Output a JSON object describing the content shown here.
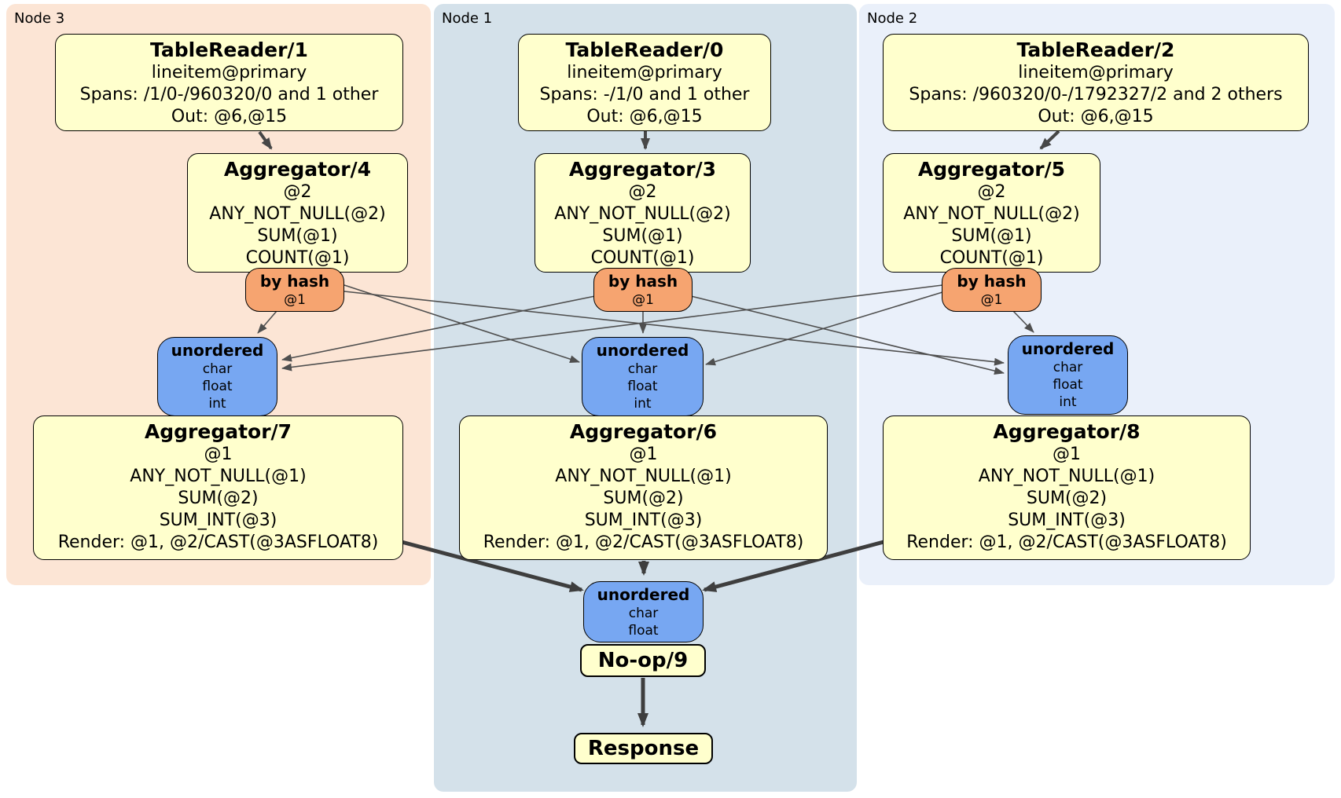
{
  "title": "DistSQL plan diagram",
  "colors": {
    "bg-canvas": "#ffffff",
    "bg-node3": "#fce5d5",
    "bg-node1": "#d4e1ea",
    "bg-node2": "#eaf0fa",
    "box-fill": "#ffffcd",
    "router-fill": "#f6a470",
    "sync-fill": "#77a7f2",
    "border": "#000000",
    "edge-thin": "#4f4f4f",
    "edge-mid": "#474747",
    "edge-thick": "#3e3e3e"
  },
  "clusters": {
    "node3": {
      "label": "Node 3"
    },
    "node1": {
      "label": "Node 1"
    },
    "node2": {
      "label": "Node 2"
    }
  },
  "processors": {
    "tr1": {
      "title": "TableReader/1",
      "lines": [
        "lineitem@primary",
        "Spans: /1/0-/960320/0 and 1 other",
        "Out: @6,@15"
      ]
    },
    "tr0": {
      "title": "TableReader/0",
      "lines": [
        "lineitem@primary",
        "Spans: -/1/0 and 1 other",
        "Out: @6,@15"
      ]
    },
    "tr2": {
      "title": "TableReader/2",
      "lines": [
        "lineitem@primary",
        "Spans: /960320/0-/1792327/2 and 2 others",
        "Out: @6,@15"
      ]
    },
    "agg4": {
      "title": "Aggregator/4",
      "lines": [
        "@2",
        "ANY_NOT_NULL(@2)",
        "SUM(@1)",
        "COUNT(@1)"
      ]
    },
    "agg3": {
      "title": "Aggregator/3",
      "lines": [
        "@2",
        "ANY_NOT_NULL(@2)",
        "SUM(@1)",
        "COUNT(@1)"
      ]
    },
    "agg5": {
      "title": "Aggregator/5",
      "lines": [
        "@2",
        "ANY_NOT_NULL(@2)",
        "SUM(@1)",
        "COUNT(@1)"
      ]
    },
    "agg7": {
      "title": "Aggregator/7",
      "lines": [
        "@1",
        "ANY_NOT_NULL(@1)",
        "SUM(@2)",
        "SUM_INT(@3)",
        "Render: @1, @2/CAST(@3ASFLOAT8)"
      ]
    },
    "agg6": {
      "title": "Aggregator/6",
      "lines": [
        "@1",
        "ANY_NOT_NULL(@1)",
        "SUM(@2)",
        "SUM_INT(@3)",
        "Render: @1, @2/CAST(@3ASFLOAT8)"
      ]
    },
    "agg8": {
      "title": "Aggregator/8",
      "lines": [
        "@1",
        "ANY_NOT_NULL(@1)",
        "SUM(@2)",
        "SUM_INT(@3)",
        "Render: @1, @2/CAST(@3ASFLOAT8)"
      ]
    },
    "noop": {
      "title": "No-op/9"
    },
    "response": {
      "title": "Response"
    }
  },
  "routers": {
    "hash4": {
      "title": "by hash",
      "key": "@1"
    },
    "hash3": {
      "title": "by hash",
      "key": "@1"
    },
    "hash5": {
      "title": "by hash",
      "key": "@1"
    }
  },
  "streams": {
    "sync7": {
      "title": "unordered",
      "types": [
        "char",
        "float",
        "int"
      ]
    },
    "sync6": {
      "title": "unordered",
      "types": [
        "char",
        "float",
        "int"
      ]
    },
    "sync8": {
      "title": "unordered",
      "types": [
        "char",
        "float",
        "int"
      ]
    },
    "sync9": {
      "title": "unordered",
      "types": [
        "char",
        "float"
      ]
    }
  }
}
